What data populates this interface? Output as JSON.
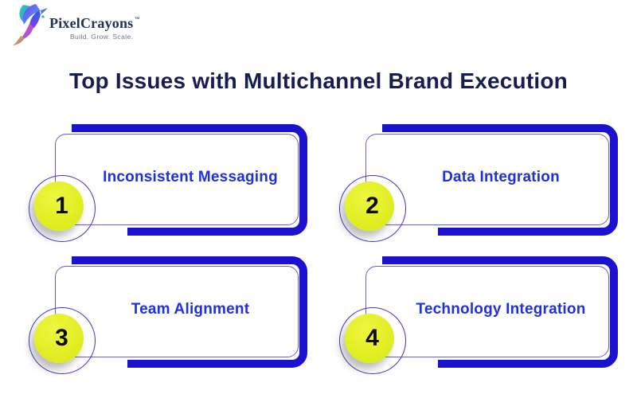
{
  "brand": {
    "name": "PixelCrayons",
    "trademark": "™",
    "tagline": "Build. Grow. Scale.",
    "logo_icon": "hummingbird-icon"
  },
  "title": "Top Issues with Multichannel Brand Execution",
  "cards": [
    {
      "number": "1",
      "label": "Inconsistent Messaging"
    },
    {
      "number": "2",
      "label": "Data Integration"
    },
    {
      "number": "3",
      "label": "Team Alignment"
    },
    {
      "number": "4",
      "label": "Technology Integration"
    }
  ],
  "colors": {
    "accent_blue": "#1b12cf",
    "label_blue": "#2030dc",
    "title_navy": "#151e4f",
    "ring_blue": "#4334c8",
    "panel_border_purple": "#6a5fc2",
    "badge_yellow": "#e2ef25",
    "number_black": "#0d0d0d",
    "brand_navy": "#223159",
    "tagline_gray": "#6f7480",
    "background": "#ffffff"
  }
}
